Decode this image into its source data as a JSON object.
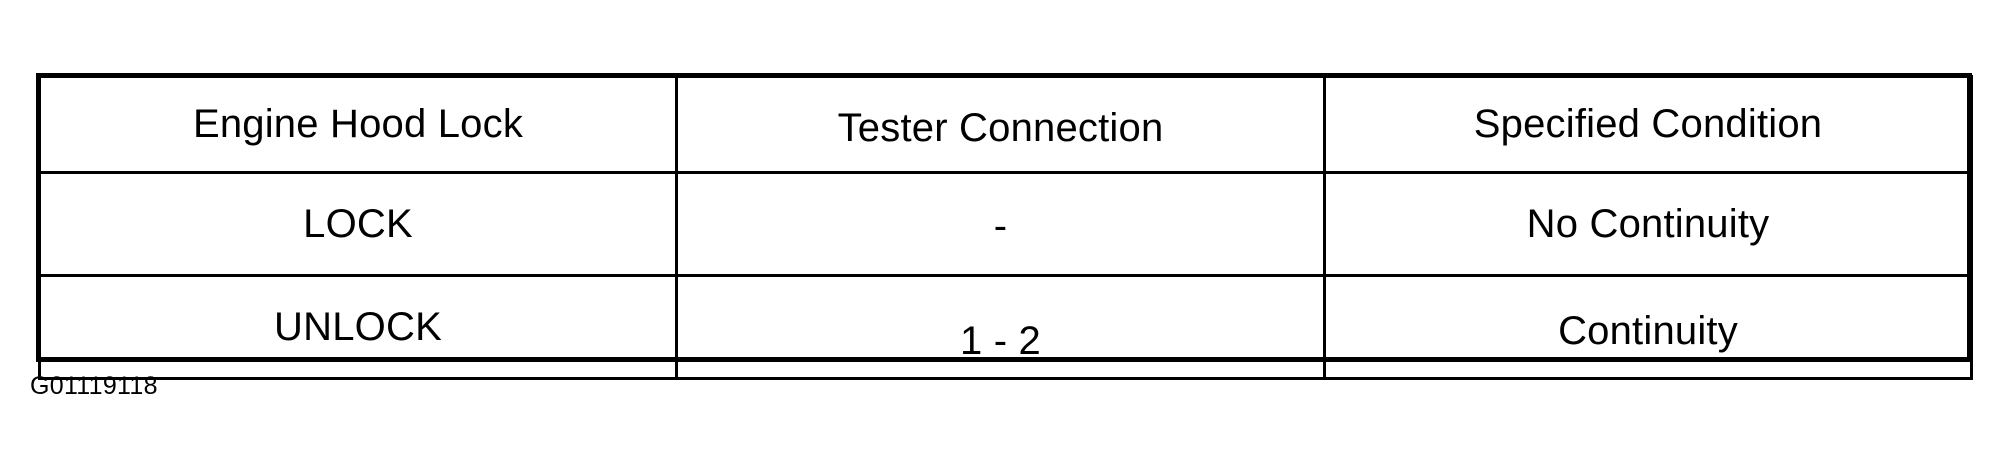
{
  "figure": {
    "caption_id": "G01119118"
  },
  "table": {
    "columns": [
      {
        "key": "engine_hood_lock",
        "header": "Engine Hood Lock"
      },
      {
        "key": "tester_connection",
        "header": "Tester Connection"
      },
      {
        "key": "specified_condition",
        "header": "Specified Condition"
      }
    ],
    "rows": [
      {
        "engine_hood_lock": "LOCK",
        "tester_connection": "-",
        "specified_condition": "No Continuity"
      },
      {
        "engine_hood_lock": "UNLOCK",
        "tester_connection": "1 - 2",
        "specified_condition": "Continuity"
      }
    ]
  },
  "colors": {
    "ink": "#000000",
    "paper": "#ffffff"
  }
}
